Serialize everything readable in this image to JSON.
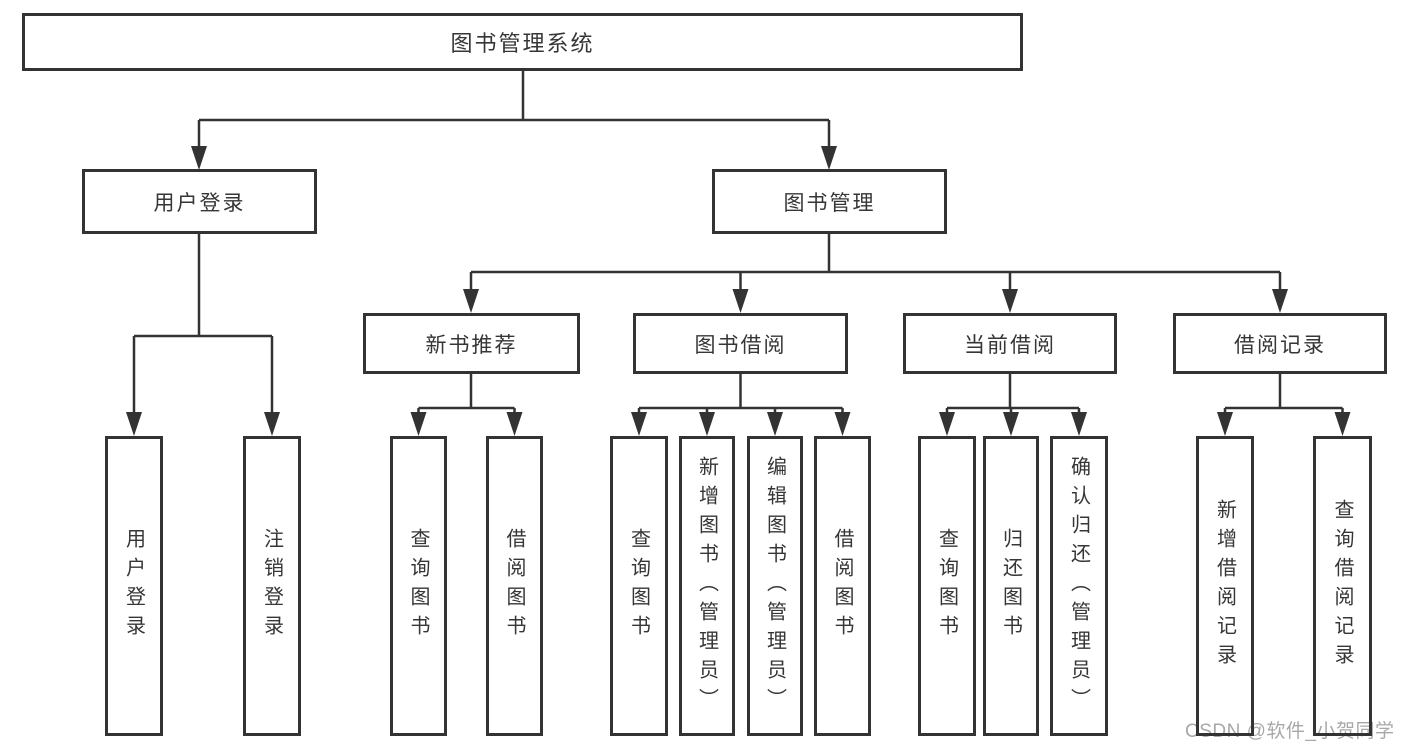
{
  "diagram": {
    "title": "图书管理系统",
    "branches": [
      {
        "label": "用户登录",
        "children": [
          {
            "label": "用户登录"
          },
          {
            "label": "注销登录"
          }
        ]
      },
      {
        "label": "图书管理",
        "children": [
          {
            "label": "新书推荐",
            "children": [
              {
                "label": "查询图书"
              },
              {
                "label": "借阅图书"
              }
            ]
          },
          {
            "label": "图书借阅",
            "children": [
              {
                "label": "查询图书"
              },
              {
                "label": "新增图书（管理员）"
              },
              {
                "label": "编辑图书（管理员）"
              },
              {
                "label": "借阅图书"
              }
            ]
          },
          {
            "label": "当前借阅",
            "children": [
              {
                "label": "查询图书"
              },
              {
                "label": "归还图书"
              },
              {
                "label": "确认归还（管理员）"
              }
            ]
          },
          {
            "label": "借阅记录",
            "children": [
              {
                "label": "新增借阅记录"
              },
              {
                "label": "查询借阅记录"
              }
            ]
          }
        ]
      }
    ]
  },
  "watermark": {
    "text": "CSDN @软件_小贺同学"
  },
  "colors": {
    "line": "#333333",
    "text": "#363636",
    "watermark": "#a8a8a8",
    "background": "#ffffff"
  }
}
